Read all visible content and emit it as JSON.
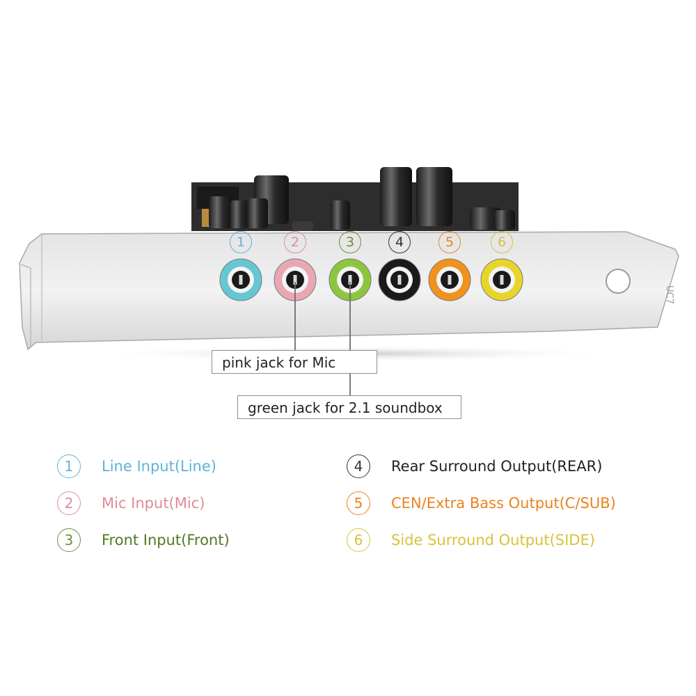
{
  "colors": {
    "line": "#5fb2d6",
    "mic": "#e08a9a",
    "front": "#6c8f3c",
    "rear": "#333333",
    "cen": "#e8831e",
    "side": "#d8c23a",
    "jack_line": "#66c6d2",
    "jack_mic": "#e9a7b3",
    "jack_front": "#8cc63f",
    "jack_rear": "#1a1a1a",
    "jack_cen": "#f0921f",
    "jack_side": "#e8d52a"
  },
  "jacks": [
    {
      "num": "1",
      "color_key": "line"
    },
    {
      "num": "2",
      "color_key": "mic"
    },
    {
      "num": "3",
      "color_key": "front"
    },
    {
      "num": "4",
      "color_key": "rear"
    },
    {
      "num": "5",
      "color_key": "cen"
    },
    {
      "num": "6",
      "color_key": "side"
    }
  ],
  "callouts": {
    "mic": "pink jack for Mic",
    "green": "green jack for 2.1 soundbox"
  },
  "legend": [
    {
      "num": "1",
      "label": "Line Input(Line)"
    },
    {
      "num": "2",
      "label": "Mic Input(Mic)"
    },
    {
      "num": "3",
      "label": "Front Input(Front)"
    },
    {
      "num": "4",
      "label": "Rear Surround Output(REAR)"
    },
    {
      "num": "5",
      "label": "CEN/Extra Bass Output(C/SUB)"
    },
    {
      "num": "6",
      "label": "Side Surround Output(SIDE)"
    }
  ]
}
